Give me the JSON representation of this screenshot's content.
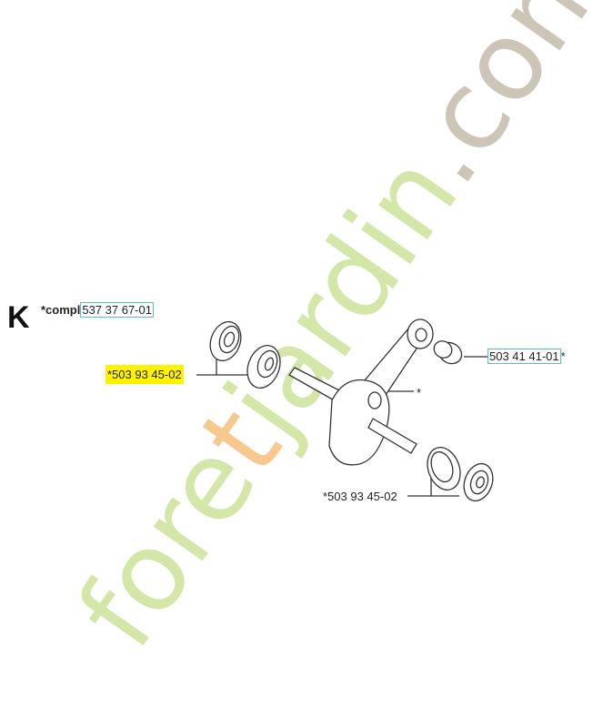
{
  "section_letter": "K",
  "kit": {
    "prefix": "*compl",
    "part_number": "537 37 67-01"
  },
  "labels": {
    "bearing_left": "*503 93 45-02",
    "needle_bearing": "503 41 41-01",
    "needle_bearing_suffix": "*",
    "crankshaft": "*",
    "bearing_right": "*503 93 45-02"
  },
  "watermark": {
    "text": "foretjardin.com",
    "colors": {
      "green": "#d4e6a8",
      "orange": "#f7c98f",
      "gray": "#cdc6b8"
    }
  },
  "highlight_color": "#fff200",
  "box_color": "#5bbcd6"
}
